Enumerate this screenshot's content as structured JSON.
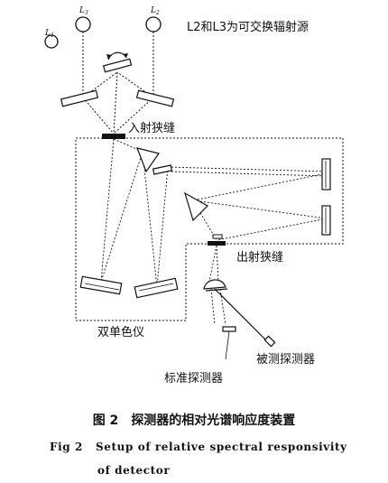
{
  "labels": {
    "l1": "L",
    "l1_sub": "1",
    "l3": "L",
    "l3_sub": "3",
    "l2": "L",
    "l2_sub": "2",
    "source_note": "L2和L3为可交换辐射源",
    "entrance_slit": "入射狭缝",
    "exit_slit": "出射狭缝",
    "monochromator": "双单色仪",
    "standard_detector": "标准探测器",
    "tested_detector": "被测探测器"
  },
  "caption": {
    "cn_number": "图 2",
    "cn_title": "探测器的相对光谱响应度装置",
    "en_number": "Fig 2",
    "en_title_line1": "Setup of relative spectral responsivity",
    "en_title_line2": "of detector"
  }
}
